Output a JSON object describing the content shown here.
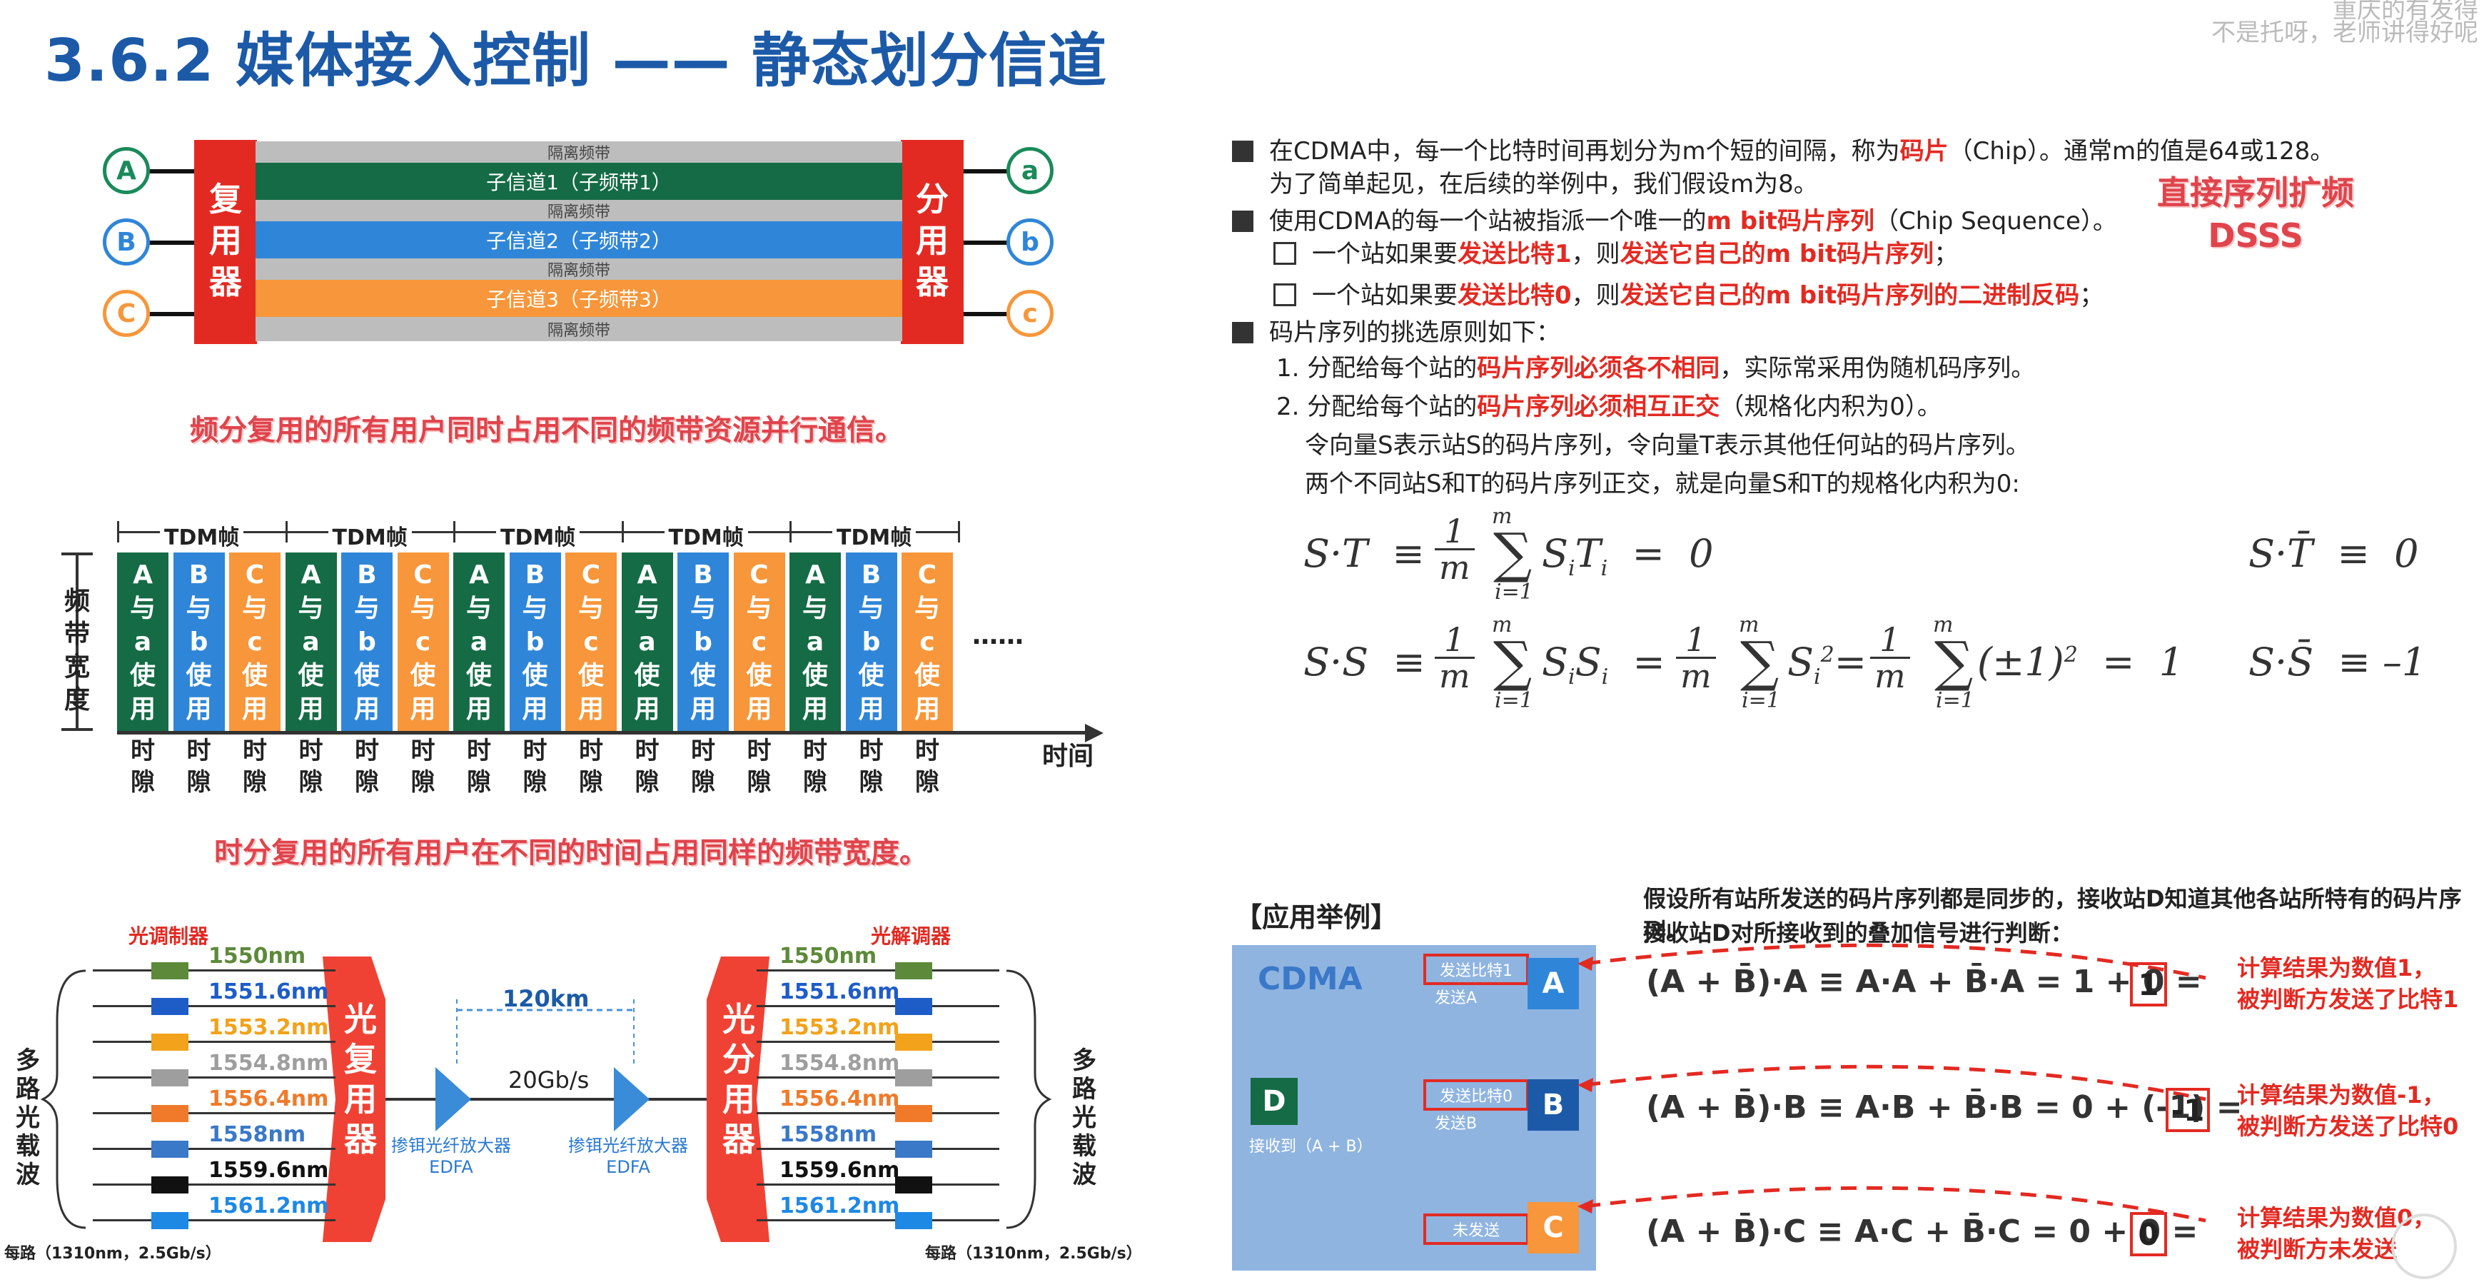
{
  "title": "3.6.2 媒体接入控制 —— 静态划分信道",
  "watermark": {
    "line1": "重庆的有发得",
    "line2": "不是托呀，老师讲得好呢"
  },
  "fdm": {
    "mux": "复\n用\n器",
    "demux": "分\n用\n器",
    "inputs": [
      "A",
      "B",
      "C"
    ],
    "outputs": [
      "a",
      "b",
      "c"
    ],
    "guard": "隔离频带",
    "channels": [
      "子信道1（子频带1）",
      "子信道2（子频带2）",
      "子信道3（子频带3）"
    ],
    "colors": {
      "ch1": "#156b45",
      "ch2": "#2f86d8",
      "ch3": "#f7963a",
      "guard": "#bdbdbd"
    },
    "caption": "频分复用的所有用户同时占用不同的频带资源并行通信。"
  },
  "tdm": {
    "frame_label": "TDM帧",
    "axis_label": "频\n带\n宽\n度",
    "slot_texts": [
      "A\n与\na\n使\n用",
      "B\n与\nb\n使\n用",
      "C\n与\nc\n使\n用"
    ],
    "slot_label": "时\n隙",
    "ellipsis": "……",
    "time_label": "时间",
    "caption": "时分复用的所有用户在不同的时间占用同样的频带宽度。"
  },
  "wdm": {
    "modulator": "光调制器",
    "demodulator": "光解调器",
    "mux": "光\n复\n用\n器",
    "demux": "光\n分\n用\n器",
    "carrier": "多\n路\n光\n载\n波",
    "wavelengths": [
      "1550nm",
      "1551.6nm",
      "1553.2nm",
      "1554.8nm",
      "1556.4nm",
      "1558nm",
      "1559.6nm",
      "1561.2nm"
    ],
    "wl_colors": [
      "#5d8a3a",
      "#1e5cc8",
      "#f2a21b",
      "#9e9e9e",
      "#f07a2a",
      "#3a78c8",
      "#111111",
      "#1e88e5"
    ],
    "distance": "120km",
    "rate": "20Gb/s",
    "amp1": "掺铒光纤放大器\nEDFA",
    "amp2": "掺铒光纤放大器\nEDFA",
    "per_left": "每路（1310nm，2.5Gb/s）",
    "per_right": "每路（1310nm，2.5Gb/s）"
  },
  "cdma": {
    "p1a": "在CDMA中，每一个比特时间再划分为m个短的间隔，称为",
    "p1b": "码片",
    "p1c": "（Chip）。通常m的值是64或128。",
    "p1d": "为了简单起见，在后续的举例中，我们假设m为8。",
    "p2a": "使用CDMA的每一个站被指派一个唯一的",
    "p2b": "m bit码片序列",
    "p2c": "（Chip Sequence）。",
    "sub1a": "一个站如果要",
    "sub1b": "发送比特1",
    "sub1c": "，则",
    "sub1d": "发送它自己的m bit码片序列",
    "sub1e": "；",
    "sub2a": "一个站如果要",
    "sub2b": "发送比特0",
    "sub2c": "，则",
    "sub2d": "发送它自己的m bit码片序列的二进制反码",
    "sub2e": "；",
    "dsss": "直接序列扩频\nDSSS",
    "p3": "码片序列的挑选原则如下：",
    "r1a": "1. 分配给每个站的",
    "r1b": "码片序列必须各不相同",
    "r1c": "，实际常采用伪随机码序列。",
    "r2a": "2. 分配给每个站的",
    "r2b": "码片序列必须相互正交",
    "r2c": "（规格化内积为0）。",
    "r3": "令向量S表示站S的码片序列，令向量T表示其他任何站的码片序列。",
    "r4": "两个不同站S和T的码片序列正交，就是向量S和T的规格化内积为0:"
  },
  "example": {
    "heading": "【应用举例】",
    "desc1": "假设所有站所发送的码片序列都是同步的，接收站D知道其他各站所特有的码片序列。",
    "desc2": "接收站D对所接收到的叠加信号进行判断：",
    "cdma": "CDMA",
    "stationD": "D",
    "recvD": "接收到（A + B）",
    "sendA1": "发送比特1",
    "sendA2": "发送A",
    "stA": "A",
    "sendB1": "发送比特0",
    "sendB2": "发送B",
    "stB": "B",
    "sendC": "未发送",
    "stC": "C",
    "eqA": "(A + B̄)·A ≡ A·A + B̄·A = 1 + 0 =",
    "resA": "1",
    "eqB": "(A + B̄)·B ≡ A·B + B̄·B = 0 + (-1) =",
    "resB": "-1",
    "eqC": "(A + B̄)·C ≡ A·C + B̄·C = 0 + 0 =",
    "resC": "0",
    "noteA": "计算结果为数值1，\n被判断方发送了比特1",
    "noteB": "计算结果为数值-1，\n被判断方发送了比特0",
    "noteC": "计算结果为数值0，\n被判断方未发送"
  }
}
